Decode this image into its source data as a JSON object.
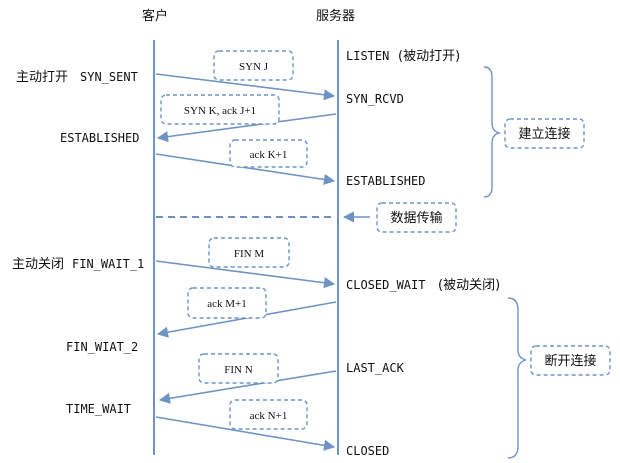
{
  "headers": {
    "client": "客户",
    "server": "服务器"
  },
  "client_states": {
    "active_open": "主动打开",
    "syn_sent": "SYN_SENT",
    "established": "ESTABLISHED",
    "active_close": "主动关闭",
    "fin_wait_1": "FIN_WAIT_1",
    "fin_wait_2": "FIN_WIAT_2",
    "time_wait": "TIME_WAIT"
  },
  "server_states": {
    "listen": "LISTEN",
    "listen_note": "(被动打开)",
    "syn_rcvd": "SYN_RCVD",
    "established": "ESTABLISHED",
    "closed_wait": "CLOSED_WAIT",
    "closed_wait_note": "(被动关闭)",
    "last_ack": "LAST_ACK",
    "closed": "CLOSED"
  },
  "messages": {
    "syn": "SYN J",
    "syn_ack": "SYN K, ack J+1",
    "ack_k": "ack K+1",
    "fin_m": "FIN M",
    "ack_m": "ack M+1",
    "fin_n": "FIN N",
    "ack_n": "ack N+1"
  },
  "phases": {
    "establish": "建立连接",
    "transfer": "数据传输",
    "disconnect": "断开连接"
  },
  "colors": {
    "line": "#6f93c3",
    "text": "#111111",
    "background": "#ffffff"
  }
}
